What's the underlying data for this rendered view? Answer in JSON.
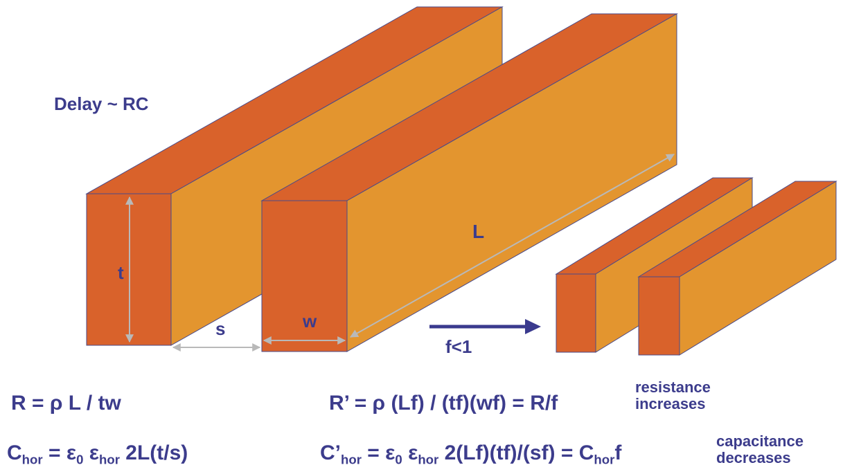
{
  "colors": {
    "front": "#d9622b",
    "side": "#e3952f",
    "outline": "#4a4a8a",
    "text": "#3c3c8c",
    "dim": "#b9b9b9",
    "arrow": "#3a3a8e"
  },
  "labels": {
    "delay": "Delay ~ RC",
    "t": "t",
    "s": "s",
    "w": "w",
    "L": "L",
    "scale": "f<1"
  },
  "equations": {
    "R_left": {
      "lhs": "R",
      "rhs": " = ρ L / tw"
    },
    "R_right": {
      "lhs": "R’",
      "rhs": " = ρ (Lf) / (tf)(wf) = R/f"
    },
    "C_left": {
      "c": "C",
      "c_sub": "hor",
      "eq": " = ε",
      "e0_sub": "0",
      "sp": " ε",
      "ehor_sub": "hor",
      "tail": " 2L(t/s)"
    },
    "C_right": {
      "c": "C’",
      "c_sub": "hor",
      "eq": " = ε",
      "e0_sub": "0",
      "sp": " ε",
      "ehor_sub": "hor",
      "mid": " 2(Lf)(tf)/(sf) = C",
      "chor_sub": "hor",
      "tail": "f"
    }
  },
  "notes": {
    "resistance": [
      "resistance",
      "increases"
    ],
    "capacitance": [
      "capacitance",
      "decreases"
    ]
  }
}
